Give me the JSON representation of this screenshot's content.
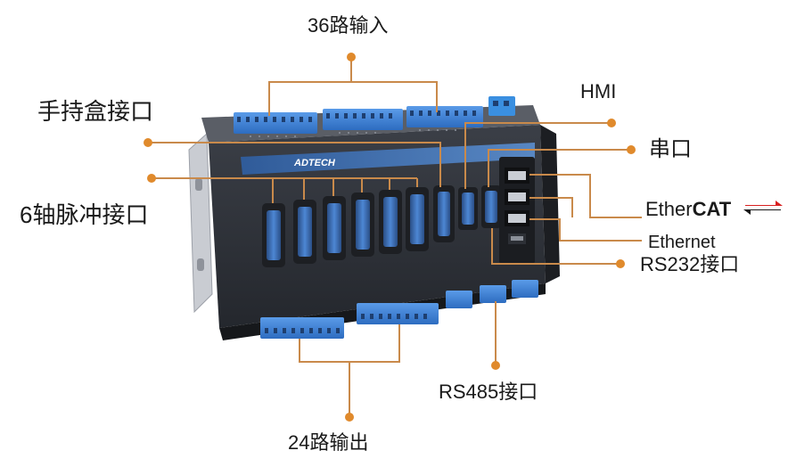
{
  "labels": {
    "inputs_36": "36路输入",
    "handheld_port": "手持盒接口",
    "hmi": "HMI",
    "serial_port": "串口",
    "axis6_pulse": "6轴脉冲接口",
    "ethercat_ether": "Ether",
    "ethercat_cat": "CAT",
    "ethernet": "Ethernet",
    "rs232": "RS232接口",
    "rs485": "RS485接口",
    "outputs_24": "24路输出"
  },
  "device": {
    "brand": "ADTECH"
  },
  "colors": {
    "leader_line": "#c98a4b",
    "dot": "#e08a2c",
    "body_dark": "#2e3138",
    "body_top": "#4a4e57",
    "terminal_blue": "#3d7fd6",
    "brand_stripe": "#3a6fb5",
    "text": "#1a1a1a",
    "ethercat_red": "#d82020"
  }
}
